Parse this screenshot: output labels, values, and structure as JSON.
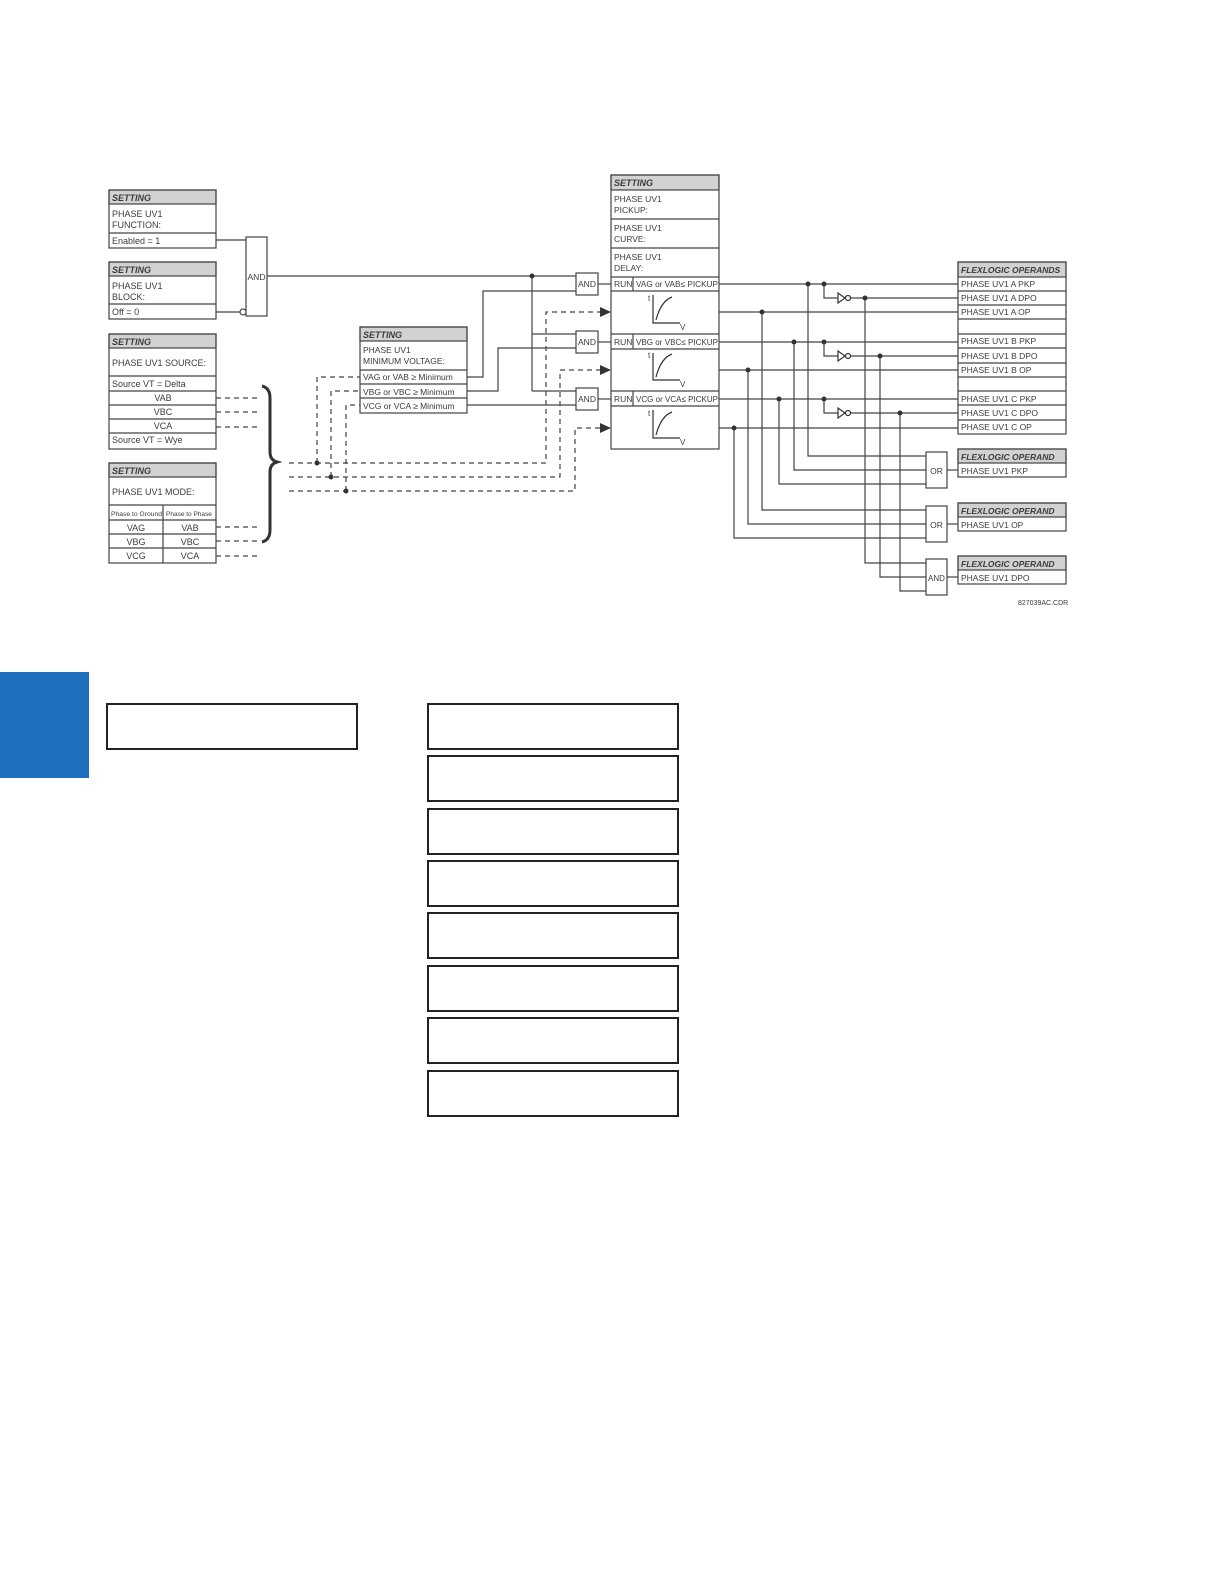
{
  "settings": {
    "header": "SETTING",
    "function": {
      "title_lines": [
        "PHASE UV1",
        "FUNCTION:"
      ],
      "value": "Enabled = 1"
    },
    "block": {
      "title_lines": [
        "PHASE UV1",
        "BLOCK:"
      ],
      "value": "Off = 0"
    },
    "source": {
      "title": "PHASE UV1 SOURCE:",
      "rows": [
        "Source VT = Delta",
        "VAB",
        "VBC",
        "VCA",
        "Source VT = Wye"
      ]
    },
    "mode": {
      "title": "PHASE UV1 MODE:",
      "col_headers": [
        "Phase to Ground",
        "Phase to Phase"
      ],
      "rows": [
        [
          "VAG",
          "VAB"
        ],
        [
          "VBG",
          "VBC"
        ],
        [
          "VCG",
          "VCA"
        ]
      ]
    },
    "min_voltage": {
      "title_lines": [
        "PHASE UV1",
        "MINIMUM VOLTAGE:"
      ],
      "rows": [
        "VAG or VAB ≥ Minimum",
        "VBG or VBC ≥  Minimum",
        "VCG or VCA ≥  Minimum"
      ]
    },
    "pickup": {
      "title_lines": [
        "PHASE UV1",
        "PICKUP:"
      ]
    },
    "curve": {
      "title_lines": [
        "PHASE UV1",
        "CURVE:"
      ]
    },
    "delay": {
      "title_lines": [
        "PHASE UV1",
        "DELAY:"
      ]
    }
  },
  "gates": {
    "and": "AND",
    "or": "OR",
    "run": "RUN"
  },
  "comparators": [
    "VAG or VAB≤ PICKUP",
    "VBG or VBC≤ PICKUP",
    "VCG or VCA≤ PICKUP"
  ],
  "curve_axes": {
    "t": "t",
    "v": "V"
  },
  "operands": {
    "header": "FLEXLOGIC OPERANDS",
    "group_a": [
      "PHASE UV1 A PKP",
      "PHASE UV1 A DPO",
      "PHASE UV1 A OP"
    ],
    "group_b": [
      "PHASE UV1 B PKP",
      "PHASE UV1 B DPO",
      "PHASE UV1 B OP"
    ],
    "group_c": [
      "PHASE UV1 C PKP",
      "PHASE UV1 C DPO",
      "PHASE UV1 C OP"
    ]
  },
  "operand_single": {
    "header": "FLEXLOGIC OPERAND",
    "pkp": "PHASE UV1  PKP",
    "op": "PHASE UV1  OP",
    "dpo": "PHASE UV1  DPO"
  },
  "figure_code": "827039AC.CDR",
  "colors": {
    "side_tab": "#1e6fbe",
    "header_fill": "#d2d2d2"
  }
}
